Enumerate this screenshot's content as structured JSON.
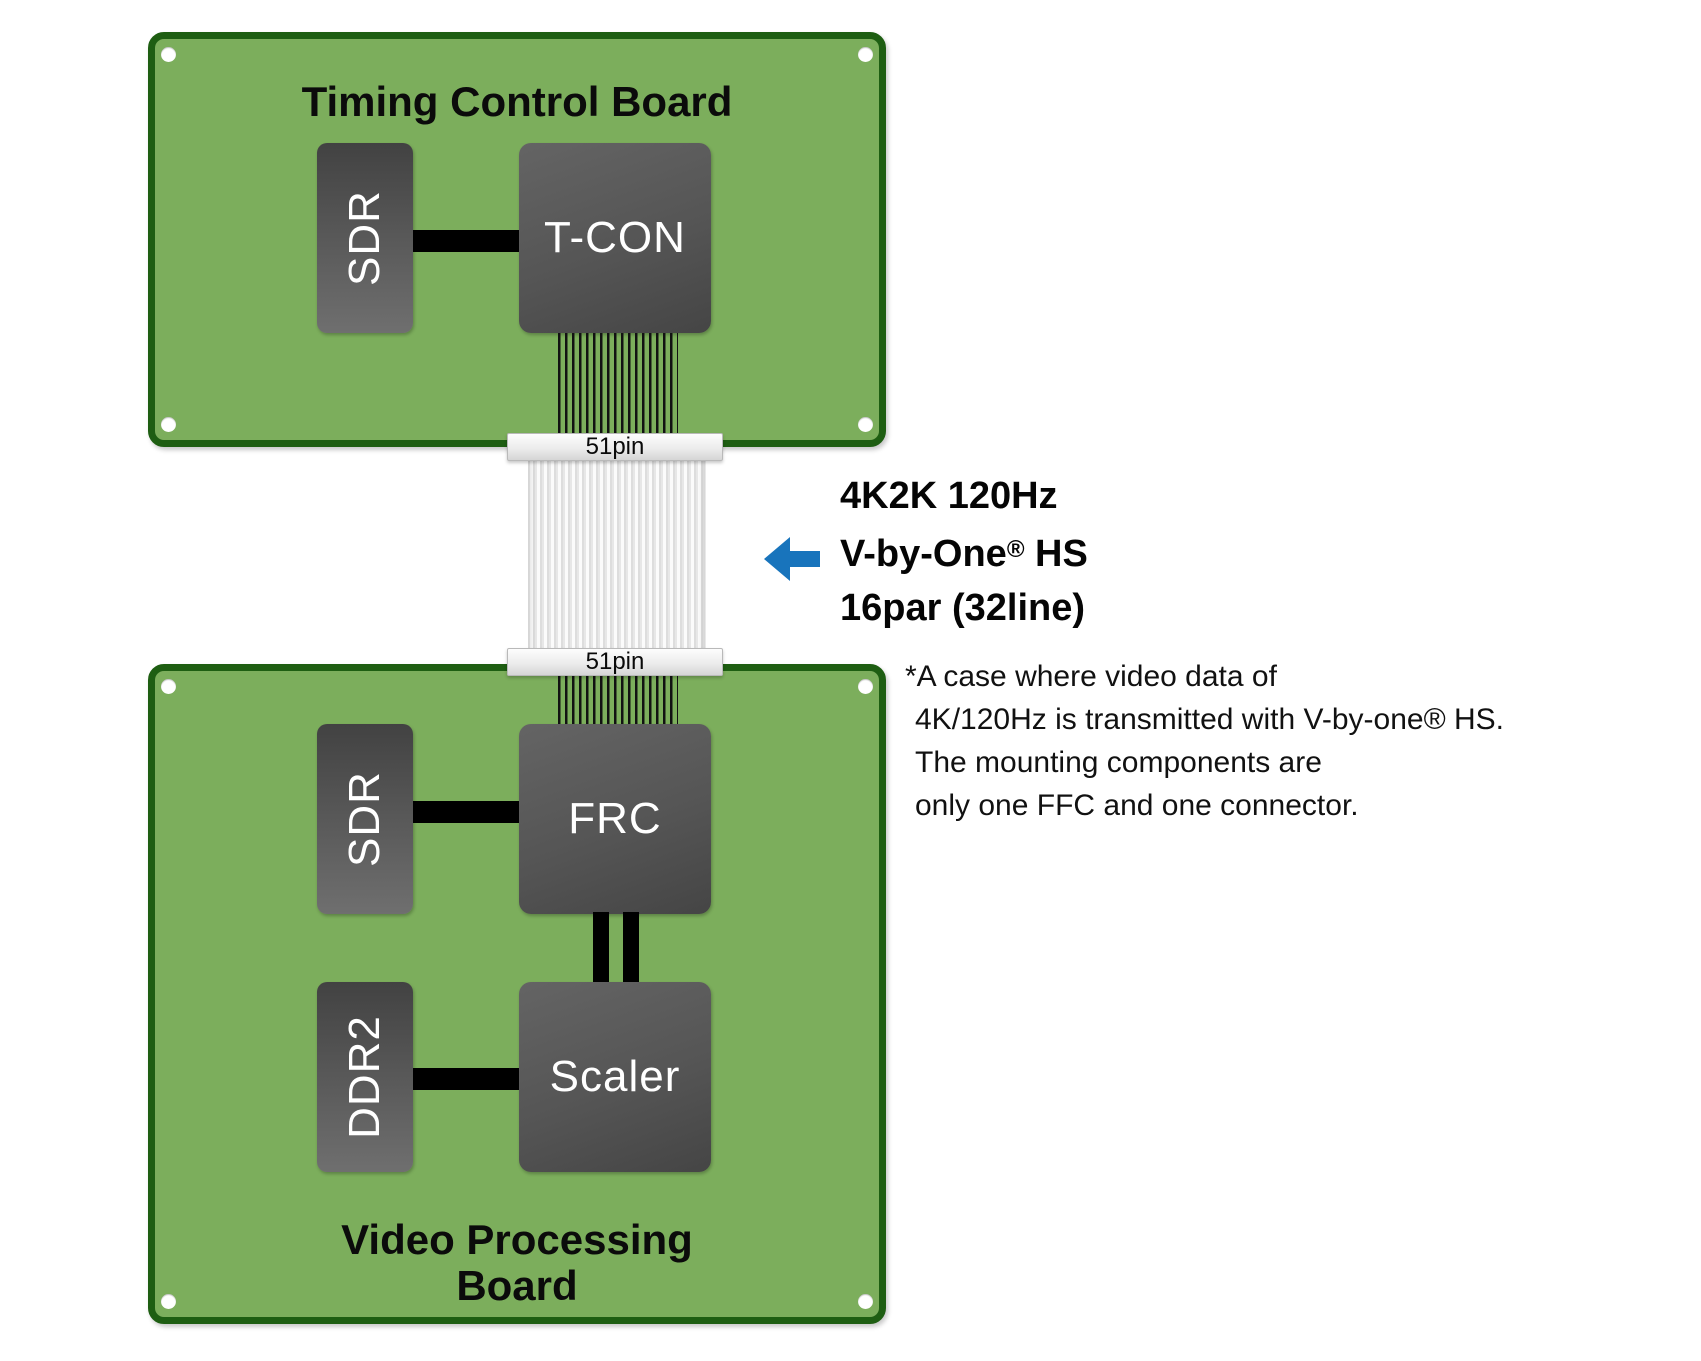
{
  "boards": {
    "top": {
      "title": "Timing Control Board",
      "chips": {
        "sdr": "SDR",
        "tcon": "T-CON"
      }
    },
    "bottom": {
      "title_line1": "Video Processing",
      "title_line2": "Board",
      "chips": {
        "sdr": "SDR",
        "frc": "FRC",
        "ddr2": "DDR2",
        "scaler": "Scaler"
      }
    }
  },
  "connectors": {
    "top_label": "51pin",
    "bottom_label": "51pin"
  },
  "callout": {
    "line1": "4K2K 120Hz",
    "line2_prefix": "V-by-One",
    "line2_reg": "®",
    "line2_suffix": " HS",
    "line3": "16par (32line)"
  },
  "note": {
    "lines": [
      "*A case where video data of",
      "4K/120Hz is transmitted with V-by-one® HS.",
      "The mounting components are",
      "only one FFC and one connector."
    ]
  },
  "colors": {
    "board_fill": "#7CAE5C",
    "board_border": "#1E5E12",
    "chip_dark": "#454545",
    "chip_light": "#6F6F6F",
    "arrow_blue": "#1874BC",
    "connector_gray": "#E6E6E6"
  }
}
